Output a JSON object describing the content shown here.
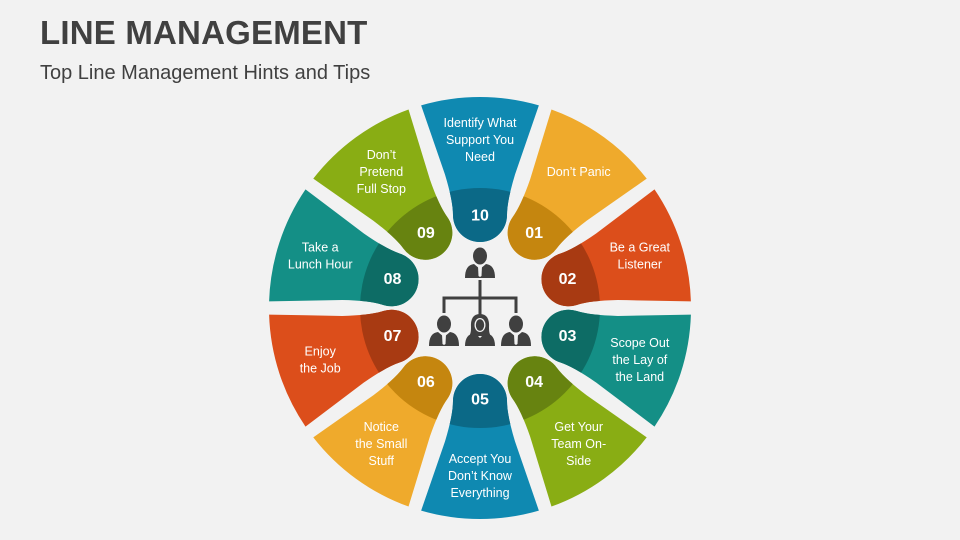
{
  "header": {
    "title": "LINE MANAGEMENT",
    "subtitle": "Top Line Management Hints and Tips"
  },
  "center_icon": "org-chart-icon",
  "segments": [
    {
      "number": "01",
      "label": [
        "Don’t Panic"
      ],
      "color": "#efaa2c",
      "dark": "#c5860f"
    },
    {
      "number": "02",
      "label": [
        "Be a Great",
        "Listener"
      ],
      "color": "#dc4e1b",
      "dark": "#a83a12"
    },
    {
      "number": "03",
      "label": [
        "Scope Out",
        "the Lay of",
        "the Land"
      ],
      "color": "#148f86",
      "dark": "#0d6c65"
    },
    {
      "number": "04",
      "label": [
        "Get Your",
        "Team On-",
        "Side"
      ],
      "color": "#89ad14",
      "dark": "#678310"
    },
    {
      "number": "05",
      "label": [
        "Accept You",
        "Don’t Know",
        "Everything"
      ],
      "color": "#0f89b1",
      "dark": "#0b6987"
    },
    {
      "number": "06",
      "label": [
        "Notice",
        "the Small",
        "Stuff"
      ],
      "color": "#efaa2c",
      "dark": "#c5860f"
    },
    {
      "number": "07",
      "label": [
        "Enjoy",
        "the Job"
      ],
      "color": "#dc4e1b",
      "dark": "#a83a12"
    },
    {
      "number": "08",
      "label": [
        "Take a",
        "Lunch Hour"
      ],
      "color": "#148f86",
      "dark": "#0d6c65"
    },
    {
      "number": "09",
      "label": [
        "Don’t",
        "Pretend",
        "Full Stop"
      ],
      "color": "#89ad14",
      "dark": "#678310"
    },
    {
      "number": "10",
      "label": [
        "Identify What",
        "Support You",
        "Need"
      ],
      "color": "#0f89b1",
      "dark": "#0b6987"
    }
  ],
  "icon_color": "#404040"
}
